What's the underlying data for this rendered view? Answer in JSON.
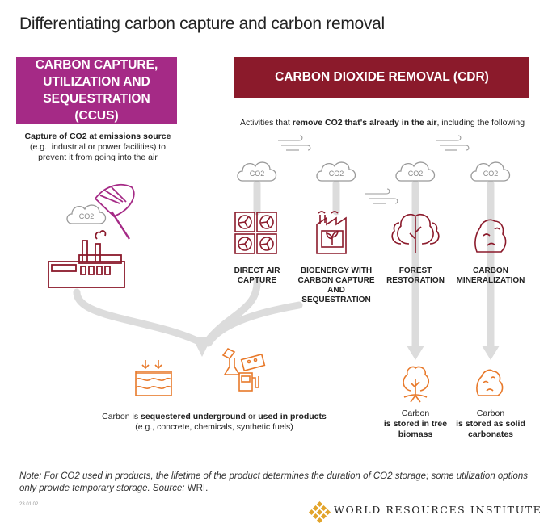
{
  "title": "Differentiating carbon capture and carbon removal",
  "ccus": {
    "header": "CARBON CAPTURE, UTILIZATION AND SEQUESTRATION (CCUS)",
    "desc_bold": "Capture of CO2 at emissions source",
    "desc_rest": "(e.g., industrial or power facilities) to prevent it from going into the air",
    "cloud_label": "CO2",
    "color": "#a52a86"
  },
  "cdr": {
    "header": "CARBON DIOXIDE REMOVAL (CDR)",
    "intro_pre": "Activities that ",
    "intro_bold": "remove CO2 that's already in the air",
    "intro_post": ", including the following",
    "color": "#8b1a2b",
    "items": [
      {
        "cloud_label": "CO2",
        "label": "DIRECT AIR CAPTURE",
        "icon": "fans-icon"
      },
      {
        "cloud_label": "CO2",
        "label": "BIOENERGY WITH CARBON CAPTURE AND SEQUESTRATION",
        "icon": "bioenergy-factory-icon"
      },
      {
        "cloud_label": "CO2",
        "label": "FOREST RESTORATION",
        "icon": "trees-icon"
      },
      {
        "cloud_label": "CO2",
        "label": "CARBON MINERALIZATION",
        "icon": "rock-icon"
      }
    ]
  },
  "storage": {
    "products_pre": "Carbon is ",
    "products_bold1": "sequestered underground",
    "products_mid": " or ",
    "products_bold2": "used in products",
    "products_eg": "(e.g., concrete, chemicals, synthetic fuels)",
    "tree_pre": "Carbon",
    "tree_bold": "is stored in tree biomass",
    "mineral_pre": "Carbon",
    "mineral_bold": "is stored as solid carbonates",
    "color": "#e8792a"
  },
  "note_italic": "Note: For CO2 used in products, the lifetime of the product determines the duration of CO2 storage; some utilization options only provide temporary storage. Source:",
  "note_source": " WRI.",
  "code": "23.01.02",
  "org_name": "WORLD RESOURCES INSTITUTE",
  "logo_color": "#e2a42b"
}
